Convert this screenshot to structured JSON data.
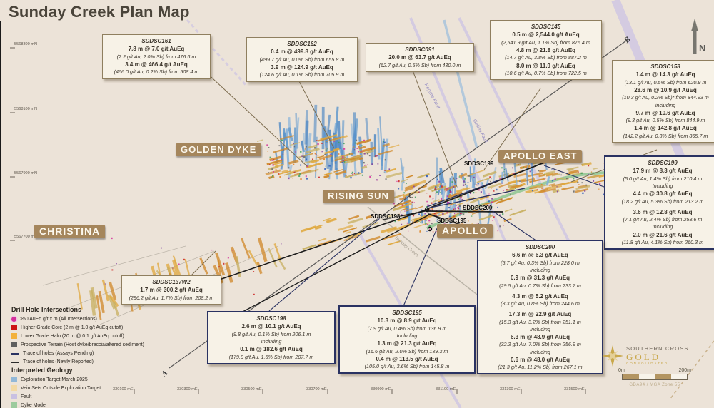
{
  "title": "Sunday Creek Plan Map",
  "north": {
    "label": "N"
  },
  "section_markers": {
    "a": "A",
    "b": "B",
    "c": "C"
  },
  "area_labels": [
    {
      "id": "golden-dyke",
      "label": "GOLDEN DYKE"
    },
    {
      "id": "rising-sun",
      "label": "RISING SUN"
    },
    {
      "id": "apollo",
      "label": "APOLLO"
    },
    {
      "id": "apollo-east",
      "label": "APOLLO EAST"
    },
    {
      "id": "christina",
      "label": "CHRISTINA"
    }
  ],
  "hole_labels": [
    "SDDSC199",
    "SDDSC200",
    "SDDSC195",
    "SDDSC198"
  ],
  "fault_labels": [
    {
      "id": "regans-fault",
      "label": "Regans Fault"
    },
    {
      "id": "gellies-fault",
      "label": "Gellies Fault"
    },
    {
      "id": "sunday-creek",
      "label": "Sunday Creek"
    }
  ],
  "axis": {
    "y_labels": [
      "5568300 mN",
      "5568100 mN",
      "5567900 mN",
      "5567700 mN"
    ],
    "x_labels": [
      "330100 mE",
      "330300 mE",
      "330500 mE",
      "330700 mE",
      "330900 mE",
      "331100 mE",
      "331300 mE",
      "331500 mE"
    ]
  },
  "callouts": [
    {
      "id": "SDDSC161",
      "lines": [
        {
          "t": "SDDSC161",
          "s": "h"
        },
        {
          "t": "7.8 m @ 7.0 g/t AuEq",
          "s": "b"
        },
        {
          "t": "(2.2 g/t Au, 2.0% Sb) from 476.6 m",
          "s": "i"
        },
        {
          "t": "3.4 m @ 466.4 g/t AuEq",
          "s": "b"
        },
        {
          "t": "(466.0 g/t Au, 0.2% Sb) from 508.4 m",
          "s": "i"
        }
      ]
    },
    {
      "id": "SDDSC162",
      "lines": [
        {
          "t": "SDDSC162",
          "s": "h"
        },
        {
          "t": "0.4 m @ 499.8 g/t AuEq",
          "s": "b"
        },
        {
          "t": "(499.7 g/t Au, 0.0% Sb) from 655.8 m",
          "s": "i"
        },
        {
          "t": "3.9 m @ 124.9 g/t AuEq",
          "s": "b"
        },
        {
          "t": "(124.6 g/t Au, 0.1% Sb) from 705.9 m",
          "s": "i"
        }
      ]
    },
    {
      "id": "SDDSC091",
      "lines": [
        {
          "t": "SDDSC091",
          "s": "h"
        },
        {
          "t": "20.0 m @ 63.7 g/t AuEq",
          "s": "b"
        },
        {
          "t": "(62.7 g/t Au, 0.5% Sb) from 430.0 m",
          "s": "i"
        }
      ]
    },
    {
      "id": "SDDSC145",
      "lines": [
        {
          "t": "SDDSC145",
          "s": "h"
        },
        {
          "t": "0.5 m @ 2,544.0 g/t AuEq",
          "s": "b"
        },
        {
          "t": "(2,541.9 g/t Au, 1.1% Sb) from 876.4 m",
          "s": "i"
        },
        {
          "t": "4.8 m @ 21.8 g/t AuEq",
          "s": "b"
        },
        {
          "t": "(14.7 g/t Au, 3.8% Sb) from 887.2 m",
          "s": "i"
        },
        {
          "t": "8.0 m @ 11.9 g/t AuEq",
          "s": "b"
        },
        {
          "t": "(10.6 g/t Au, 0.7% Sb) from 722.5 m",
          "s": "i"
        }
      ]
    },
    {
      "id": "SDDSC158",
      "lines": [
        {
          "t": "SDDSC158",
          "s": "h"
        },
        {
          "t": "1.4 m @ 14.3 g/t AuEq",
          "s": "b"
        },
        {
          "t": "(13.1 g/t Au, 0.5% Sb) from 620.9 m",
          "s": "i"
        },
        {
          "t": "28.6 m @ 10.9 g/t AuEq",
          "s": "b"
        },
        {
          "t": "(10.3 g/t Au, 0.2% Sb)* from 844.93 m",
          "s": "i"
        },
        {
          "t": "including",
          "s": "i"
        },
        {
          "t": "9.7 m @ 10.6 g/t AuEq",
          "s": "b"
        },
        {
          "t": "(9.3 g/t Au, 0.5% Sb) from 844.9 m",
          "s": "i"
        },
        {
          "t": "1.4 m @ 142.8 g/t AuEq",
          "s": "b"
        },
        {
          "t": "(142.2 g/t Au, 0.3% Sb) from 865.7 m",
          "s": "i"
        }
      ]
    },
    {
      "id": "SDDSC199",
      "lines": [
        {
          "t": "SDDSC199",
          "s": "h"
        },
        {
          "t": "17.9 m @ 8.3 g/t AuEq",
          "s": "b"
        },
        {
          "t": "(5.0 g/t Au, 1.4% Sb) from 210.4 m",
          "s": "i"
        },
        {
          "t": "Including",
          "s": "i"
        },
        {
          "t": "4.4 m @ 30.8 g/t AuEq",
          "s": "b"
        },
        {
          "t": "(18.2 g/t Au, 5.3% Sb) from 213.2 m",
          "s": "i"
        },
        {
          "t": "",
          "s": "gap"
        },
        {
          "t": "3.6 m @ 12.8 g/t AuEq",
          "s": "b"
        },
        {
          "t": "(7.1 g/t Au, 2.4% Sb) from 258.6 m",
          "s": "i"
        },
        {
          "t": "Including",
          "s": "i"
        },
        {
          "t": "2.0 m @ 21.6 g/t AuEq",
          "s": "b"
        },
        {
          "t": "(11.8 g/t Au, 4.1% Sb) from 260.3 m",
          "s": "i"
        }
      ]
    },
    {
      "id": "SDDSC200",
      "lines": [
        {
          "t": "SDDSC200",
          "s": "h"
        },
        {
          "t": "6.6 m @ 6.3 g/t AuEq",
          "s": "b"
        },
        {
          "t": "(5.7 g/t Au, 0.3% Sb) from 228.0 m",
          "s": "i"
        },
        {
          "t": "Including",
          "s": "i"
        },
        {
          "t": "0.9 m @ 31.3 g/t AuEq",
          "s": "b"
        },
        {
          "t": "(29.5 g/t Au, 0.7% Sb) from 233.7 m",
          "s": "i"
        },
        {
          "t": "",
          "s": "gap"
        },
        {
          "t": "4.3 m @ 5.2 g/t AuEq",
          "s": "b"
        },
        {
          "t": "(3.3 g/t Au, 0.8% Sb) from 244.6 m",
          "s": "i"
        },
        {
          "t": "",
          "s": "gap"
        },
        {
          "t": "17.3 m @ 22.9 g/t AuEq",
          "s": "b"
        },
        {
          "t": "(15.3 g/t Au, 3.2% Sb) from 251.1 m",
          "s": "i"
        },
        {
          "t": "Including",
          "s": "i"
        },
        {
          "t": "6.3 m @ 48.9 g/t AuEq",
          "s": "b"
        },
        {
          "t": "(32.3 g/t Au, 7.0% Sb) from 256.9 m",
          "s": "i"
        },
        {
          "t": "Including",
          "s": "i"
        },
        {
          "t": "0.6 m @ 48.0 g/t AuEq",
          "s": "b"
        },
        {
          "t": "(21.3 g/t Au, 11.2% Sb) from 267.1 m",
          "s": "i"
        }
      ]
    },
    {
      "id": "SDDSC195",
      "lines": [
        {
          "t": "SDDSC195",
          "s": "h"
        },
        {
          "t": "10.3 m @ 8.9 g/t AuEq",
          "s": "b"
        },
        {
          "t": "(7.9 g/t Au, 0.4% Sb) from 136.9 m",
          "s": "i"
        },
        {
          "t": "Including",
          "s": "i"
        },
        {
          "t": "1.3 m @ 21.3 g/t AuEq",
          "s": "b"
        },
        {
          "t": "(16.6 g/t Au, 2.0% Sb) from 139.3 m",
          "s": "i"
        },
        {
          "t": "0.4 m @ 113.5 g/t AuEq",
          "s": "b"
        },
        {
          "t": "(105.0 g/t Au, 3.6% Sb) from 145.8 m",
          "s": "i"
        }
      ]
    },
    {
      "id": "SDDSC198",
      "lines": [
        {
          "t": "SDDSC198",
          "s": "h"
        },
        {
          "t": "2.6 m @ 10.1 g/t AuEq",
          "s": "b"
        },
        {
          "t": "(9.8 g/t Au, 0.1% Sb) from 206.1 m",
          "s": "i"
        },
        {
          "t": "Including",
          "s": "i"
        },
        {
          "t": "0.1 m @ 182.6 g/t AuEq",
          "s": "b"
        },
        {
          "t": "(179.0 g/t Au, 1.5% Sb) from 207.7 m",
          "s": "i"
        }
      ]
    },
    {
      "id": "SDDSC137W2",
      "lines": [
        {
          "t": "SDDSC137W2",
          "s": "h"
        },
        {
          "t": "1.7 m @ 300.2 g/t AuEq",
          "s": "b"
        },
        {
          "t": "(296.2 g/t Au, 1.7% Sb) from 208.2 m",
          "s": "i"
        }
      ]
    }
  ],
  "legend": {
    "sections": [
      {
        "title": "Drill Hole Intersections",
        "items": [
          {
            "label": ">50 AuEq g/t x m (All Intersections)",
            "swatch": "circle",
            "color": "#d4309a"
          },
          {
            "label": "Higher Grade Core (2 m @ 1.0 g/t AuEq cutoff)",
            "swatch": "square",
            "color": "#cc1111"
          },
          {
            "label": "Lower Grade Halo (20 m @ 0.1 g/t AuEq cutoff)",
            "swatch": "square",
            "color": "#f2b13c"
          },
          {
            "label": "Prospective Terrain (Host dyke/breccia/altered sediment)",
            "swatch": "square",
            "color": "#5f5f5f"
          },
          {
            "label": "Trace of holes (Assays Pending)",
            "swatch": "line",
            "color": "#2a3262"
          },
          {
            "label": "Trace of holes (Newly Reported)",
            "swatch": "line",
            "color": "#2b2b2b"
          }
        ]
      },
      {
        "title": "Interpreted Geology",
        "items": [
          {
            "label": "Exploration Target March 2025",
            "swatch": "square",
            "color": "#92b8d8"
          },
          {
            "label": "Vein Sets Outside Exploration Target",
            "swatch": "square",
            "color": "#f3d9a4"
          },
          {
            "label": "Fault",
            "swatch": "square",
            "color": "#c9c0e2"
          },
          {
            "label": "Dyke Model",
            "swatch": "square",
            "color": "#9ccb9e"
          }
        ]
      }
    ]
  },
  "scalebar": {
    "min": "0m",
    "max": "200m",
    "datum": "GDA94 / MGA Zone 55"
  },
  "logo": {
    "name_top": "SOUTHERN CROSS",
    "name_mid": "GOLD",
    "name_sub": "CONSOLIDATED"
  }
}
